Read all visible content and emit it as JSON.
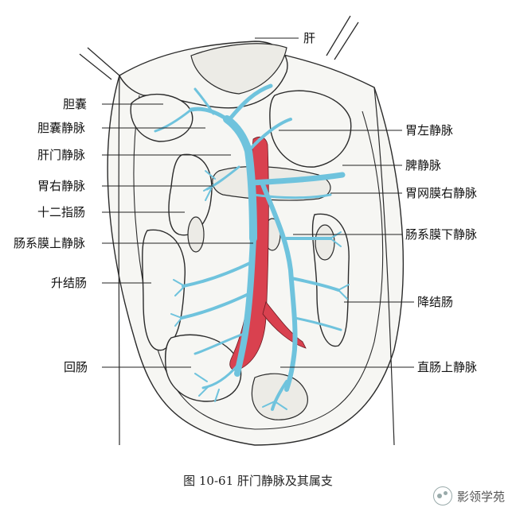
{
  "labels": {
    "liver": "肝",
    "gallbladder": "胆囊",
    "cystic_vein": "胆囊静脉",
    "portal_vein": "肝门静脉",
    "right_gastric_vein": "胃右静脉",
    "duodenum": "十二指肠",
    "superior_mesenteric_vein": "肠系膜上静脉",
    "ascending_colon": "升结肠",
    "ileum": "回肠",
    "left_gastric_vein": "胃左静脉",
    "splenic_vein": "脾静脉",
    "right_gastroepiploic_vein": "胃网膜右静脉",
    "inferior_mesenteric_vein": "肠系膜下静脉",
    "descending_colon": "降结肠",
    "superior_rectal_vein": "直肠上静脉"
  },
  "caption": "图 10-61  肝门静脉及其属支",
  "watermark": "影领学苑",
  "colors": {
    "vein": "#6fc3dd",
    "artery": "#d9414f",
    "organ": "#f6f6f3",
    "line": "#2b2b2b"
  }
}
